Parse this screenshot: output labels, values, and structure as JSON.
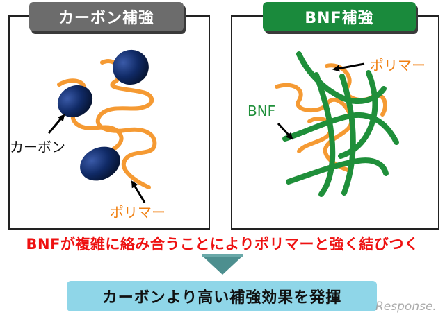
{
  "panels": {
    "left": {
      "title": "カーボン補強",
      "label_carbon": "カーボン",
      "label_polymer": "ポリマー"
    },
    "right": {
      "title": "BNF補強",
      "label_polymer": "ポリマー",
      "label_bnf": "BNF"
    }
  },
  "caption": "BNFが複雑に絡み合うことによりポリマーと強く結びつく",
  "result": "カーボンより高い補強効果を発揮",
  "watermark": "Response.",
  "colors": {
    "polymer": "#f59a33",
    "bnf": "#1f8f3a",
    "carbon": "#0d1e4a",
    "caption": "#ee1111",
    "result_bg": "#8fd6e8",
    "arrow_down": "#4d8f8f"
  }
}
